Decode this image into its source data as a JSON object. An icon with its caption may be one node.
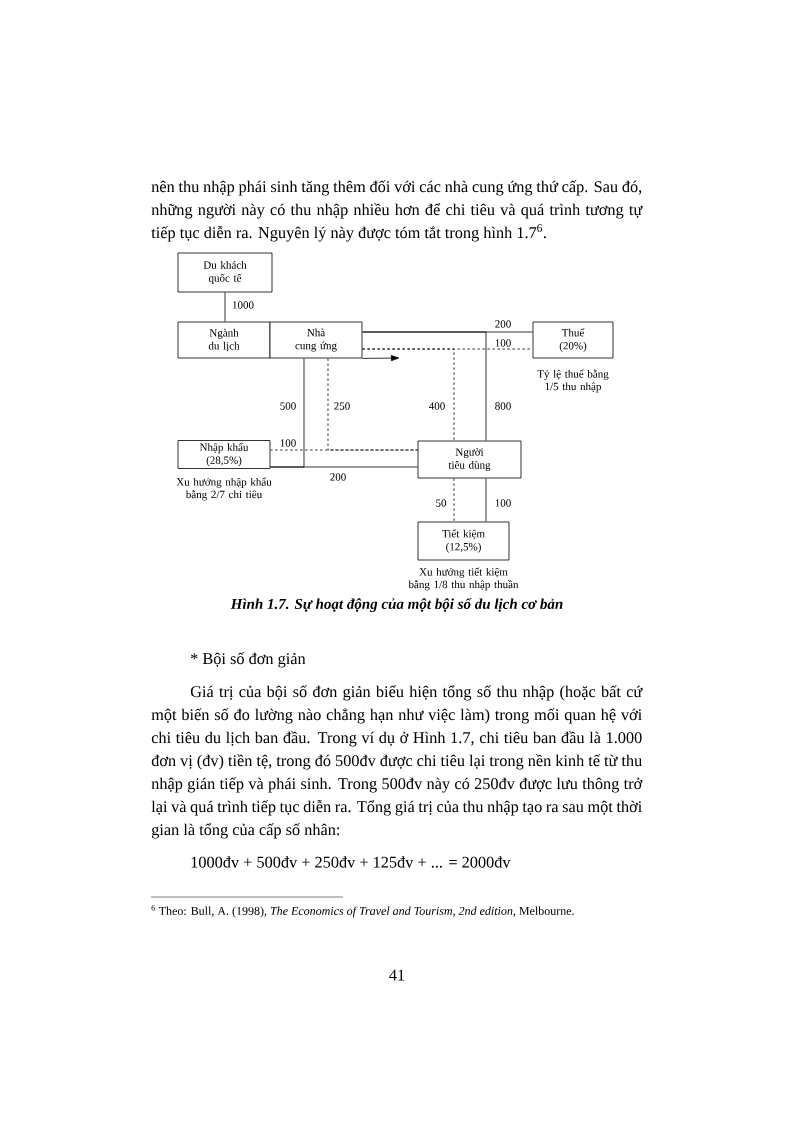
{
  "diagram": {
    "caption": "Hình 1.7. Sự hoạt động của một bội số du lịch cơ bản",
    "nodes": [
      {
        "text": [
          "Du khách quốc tế"
        ]
      },
      {
        "text": [
          "Ngành du lịch"
        ]
      },
      {
        "text": [
          "Nhà cung ứng"
        ]
      },
      {
        "text": [
          "Thuế (20%)"
        ],
        "beside": [
          "Tỷ lệ thuế bằng 1/5 thu nhập"
        ]
      },
      {
        "text": [
          "Nhập khẩu (28,5%)"
        ],
        "beside": [
          "Xu hướng nhập khẩu bằng 2/7 chi tiêu"
        ]
      },
      {
        "text": [
          "Người tiêu dùng"
        ]
      },
      {
        "text": [
          "Tiết kiệm (12,5%)"
        ],
        "beside": [
          "Xu hướng tiết kiệm bằng 1/8 thu nhập thuần"
        ]
      }
    ],
    "edges": [
      {
        "from": 0,
        "to": 1,
        "arrow": "none",
        "label": "1000"
      },
      {
        "from": 2,
        "to": null,
        "arrow": "to"
      },
      {
        "from": 2,
        "to": 3,
        "arrow": "none",
        "label": "200"
      },
      {
        "from": 2,
        "to": 5,
        "arrow": "none",
        "label": "800"
      },
      {
        "from": 2,
        "to": 3,
        "arrow": "none",
        "label": "100",
        "style": "dashed"
      },
      {
        "from": 2,
        "to": 5,
        "arrow": "none",
        "label": "400",
        "style": "dashed"
      },
      {
        "from": 2,
        "to": 4,
        "arrow": "none",
        "label": "500"
      },
      {
        "from": 5,
        "to": 4,
        "arrow": "none",
        "label": "200"
      },
      {
        "from": 2,
        "to": 5,
        "arrow": "none",
        "label": "250",
        "style": "dashed"
      },
      {
        "from": 5,
        "to": 4,
        "arrow": "none",
        "label": "100",
        "style": "dashed"
      },
      {
        "from": 5,
        "to": 6,
        "arrow": "none",
        "label": "100"
      },
      {
        "from": 5,
        "to": 6,
        "arrow": "none",
        "label": "50",
        "style": "dashed"
      }
    ],
    "labels": [
      "nên thu nhập phái sinh tăng thêm đối với các nhà cung ứng thứ cấp. Sau đó, những người này có thu nhập nhiều hơn để chi tiêu và quá trình tương tự tiếp tục diễn ra. Nguyên lý này được tóm tắt trong hình 1.7$^{6}$.",
      "* Bội số đơn giản",
      "Giá trị của bội số đơn giản biểu hiện tổng số thu nhập (hoặc bất cứ một biến số đo lường nào chẳng hạn như việc làm) trong mối quan hệ với chi tiêu du lịch ban đầu. Trong ví dụ ở Hình 1.7, chi tiêu ban đầu là 1.000 đơn vị (đv) tiền tệ, trong đó 500đv được chi tiêu lại trong nền kinh tế từ thu nhập gián tiếp và phái sinh. Trong 500đv này có 250đv được lưu thông trở lại và quá trình tiếp tục diễn ra. Tổng giá trị của thu nhập tạo ra sau một thời gian là tổng của cấp số nhân:",
      "1000đv + 500đv + 250đv + 125đv + ... = 2000đv",
      "$^{6}$ Theo: Bull, A. (1998), *The Economics of Travel and Tourism, 2nd edition,* Melbourne.",
      "41"
    ]
  }
}
